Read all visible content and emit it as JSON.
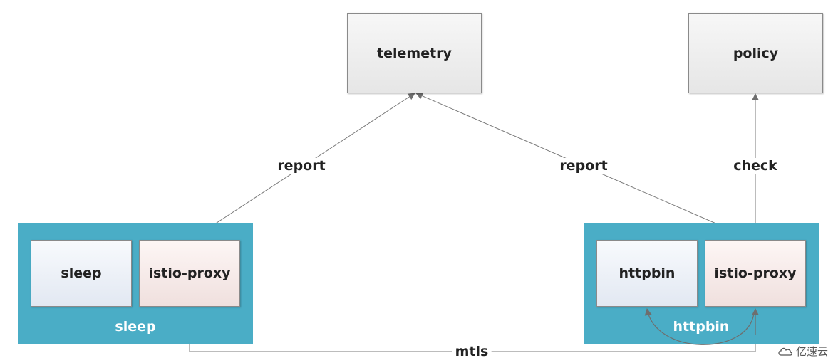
{
  "nodes": {
    "telemetry": "telemetry",
    "policy": "policy",
    "sleep_app": "sleep",
    "sleep_proxy": "istio-proxy",
    "httpbin_app": "httpbin",
    "httpbin_proxy": "istio-proxy"
  },
  "pods": {
    "sleep": "sleep",
    "httpbin": "httpbin"
  },
  "edges": {
    "report_left": "report",
    "report_right": "report",
    "check": "check",
    "mtls": "mtls"
  },
  "watermark": "亿速云",
  "colors": {
    "pod": "#4aadc6",
    "edge": "#7a7a7a"
  }
}
